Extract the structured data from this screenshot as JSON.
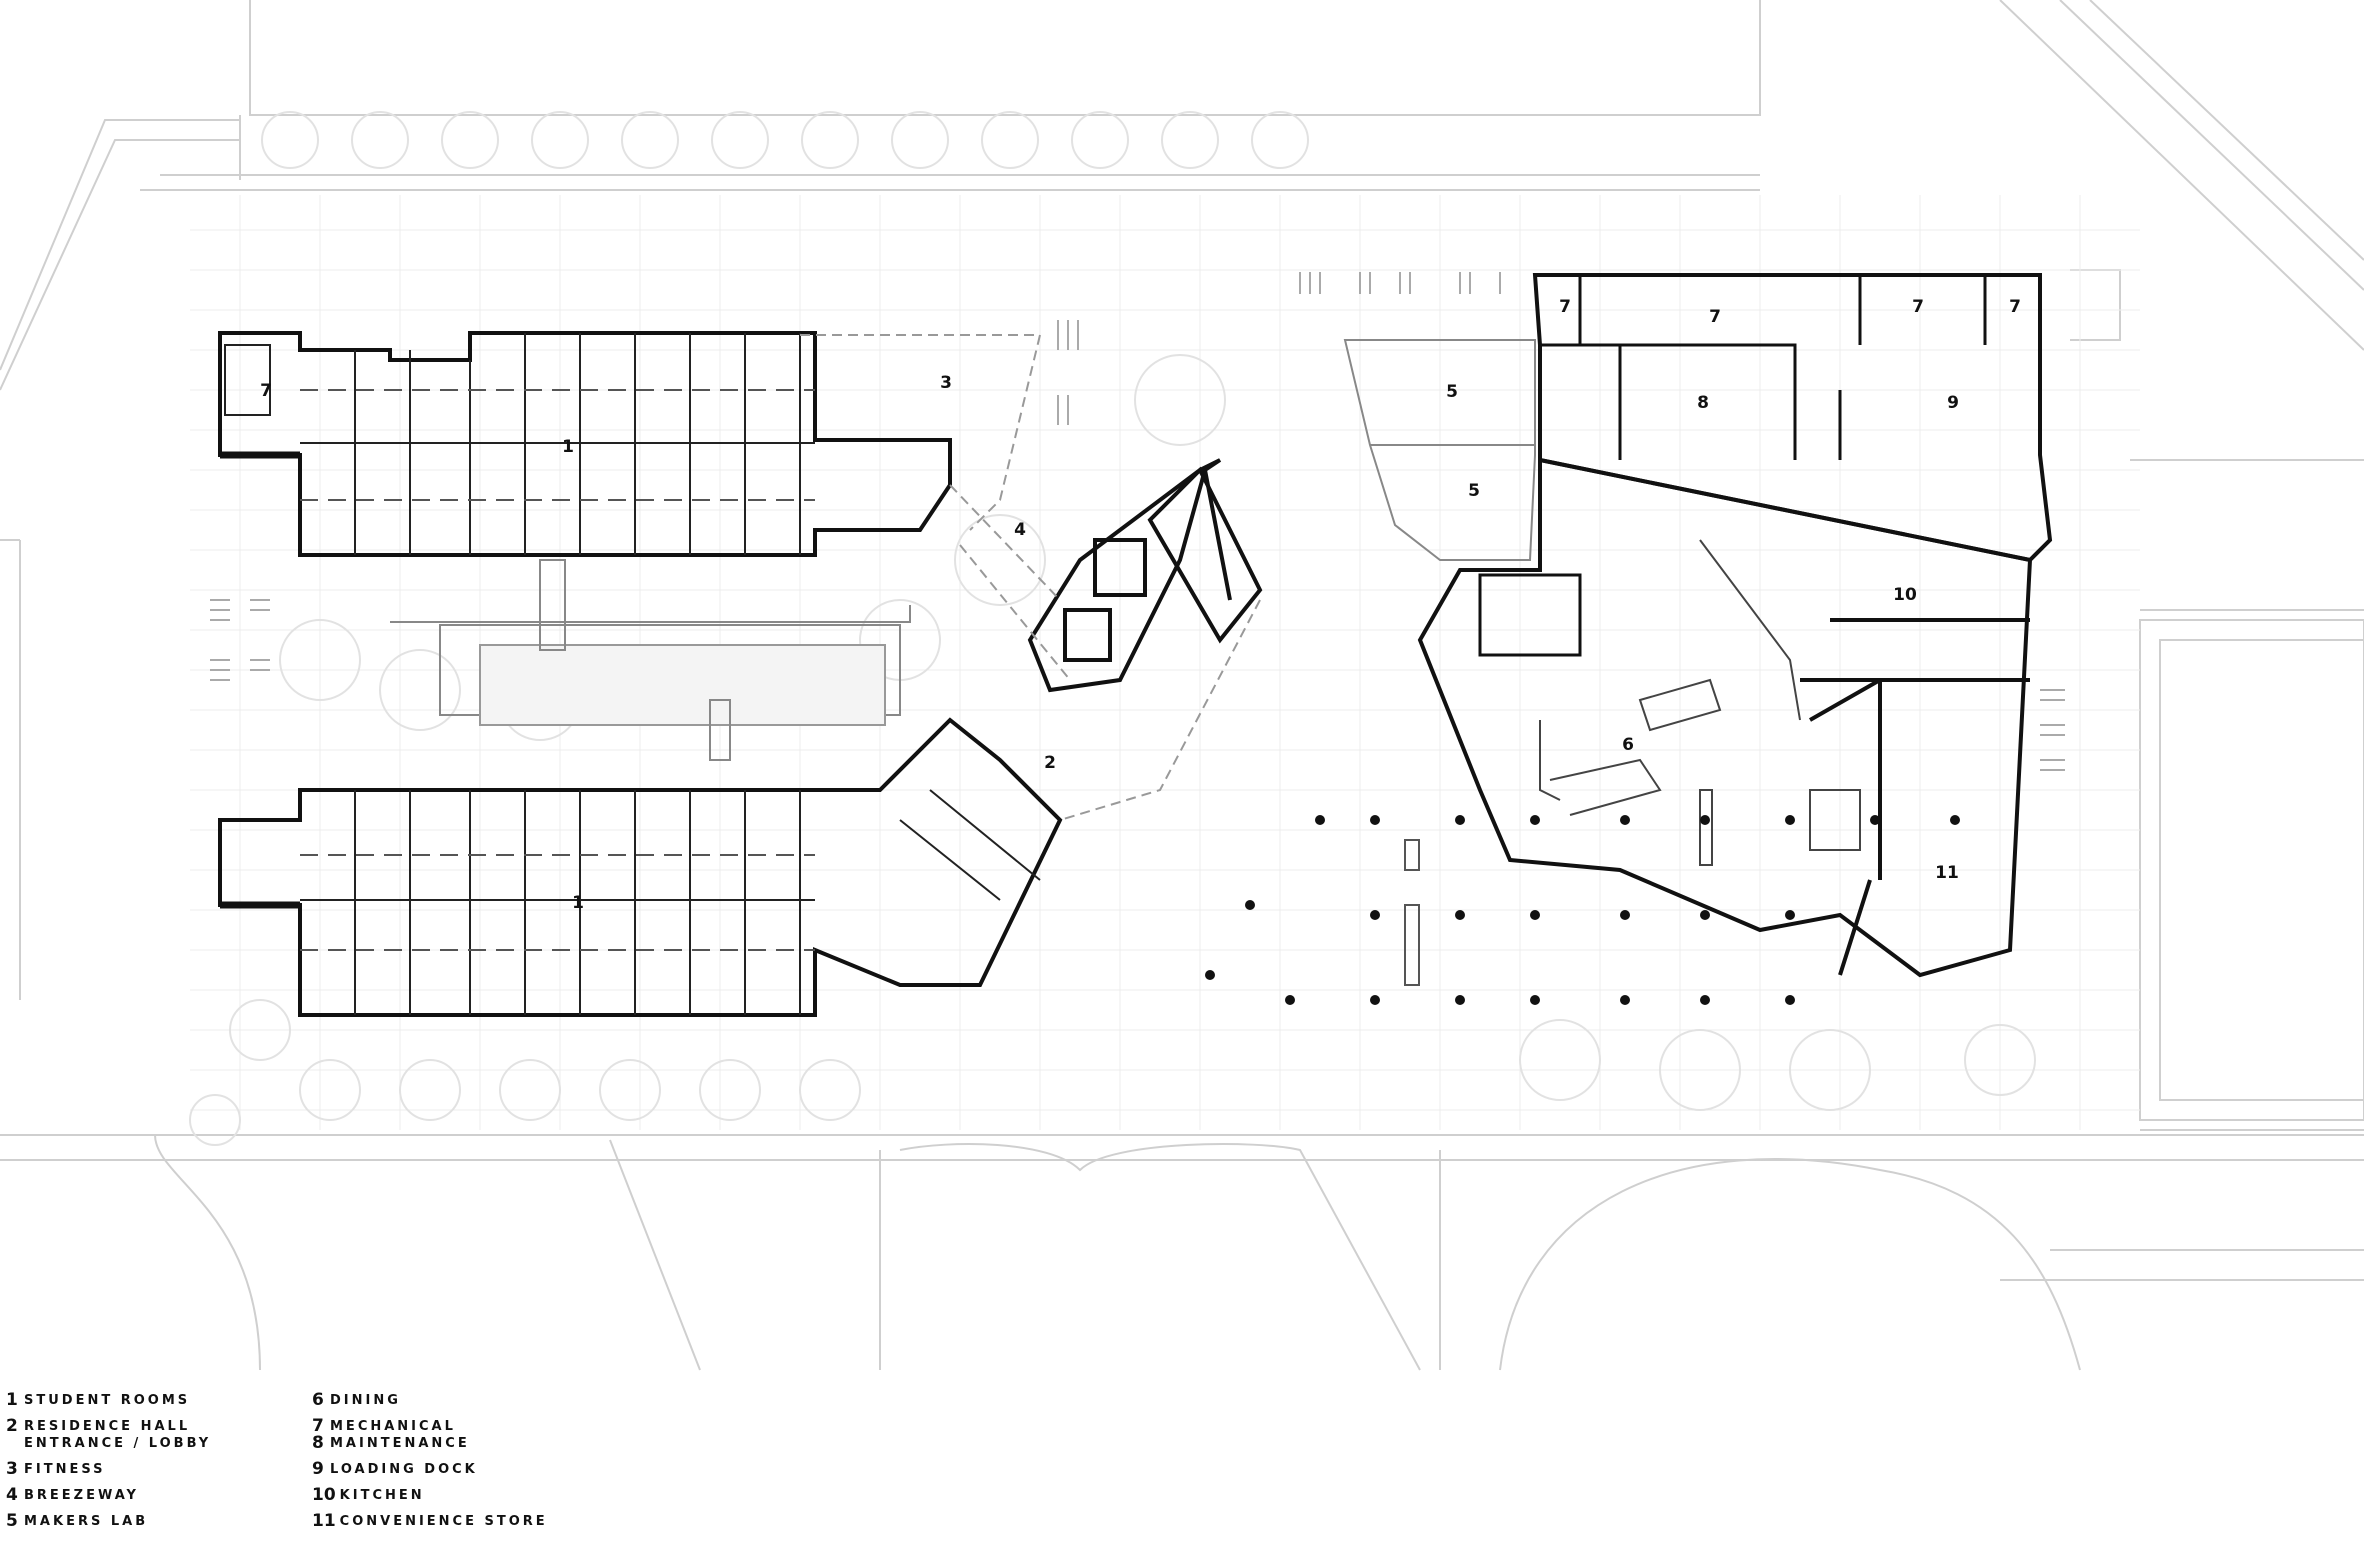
{
  "plan": {
    "room_labels": [
      {
        "id": "r1a",
        "text": "1"
      },
      {
        "id": "r1b",
        "text": "1"
      },
      {
        "id": "r2",
        "text": "2"
      },
      {
        "id": "r3",
        "text": "3"
      },
      {
        "id": "r4",
        "text": "4"
      },
      {
        "id": "r5a",
        "text": "5"
      },
      {
        "id": "r5b",
        "text": "5"
      },
      {
        "id": "r6",
        "text": "6"
      },
      {
        "id": "r7a",
        "text": "7"
      },
      {
        "id": "r7b",
        "text": "7"
      },
      {
        "id": "r7c",
        "text": "7"
      },
      {
        "id": "r7d",
        "text": "7"
      },
      {
        "id": "r7e",
        "text": "7"
      },
      {
        "id": "r8",
        "text": "8"
      },
      {
        "id": "r9",
        "text": "9"
      },
      {
        "id": "r10",
        "text": "10"
      },
      {
        "id": "r11",
        "text": "11"
      }
    ]
  },
  "legend": {
    "column1": [
      {
        "num": "1",
        "lines": [
          "STUDENT ROOMS"
        ]
      },
      {
        "num": "2",
        "lines": [
          "RESIDENCE HALL",
          "ENTRANCE / LOBBY"
        ]
      },
      {
        "num": "3",
        "lines": [
          "FITNESS"
        ]
      },
      {
        "num": "4",
        "lines": [
          "BREEZEWAY"
        ]
      },
      {
        "num": "5",
        "lines": [
          "MAKERS LAB"
        ]
      }
    ],
    "column2": [
      {
        "num": "6",
        "lines": [
          "DINING"
        ]
      },
      {
        "num": "7",
        "lines": [
          "MECHANICAL"
        ]
      },
      {
        "num": "8",
        "lines": [
          "MAINTENANCE"
        ]
      },
      {
        "num": "9",
        "lines": [
          "LOADING DOCK"
        ]
      },
      {
        "num": "10",
        "lines": [
          "KITCHEN"
        ]
      },
      {
        "num": "11",
        "lines": [
          "CONVENIENCE STORE"
        ]
      }
    ]
  }
}
